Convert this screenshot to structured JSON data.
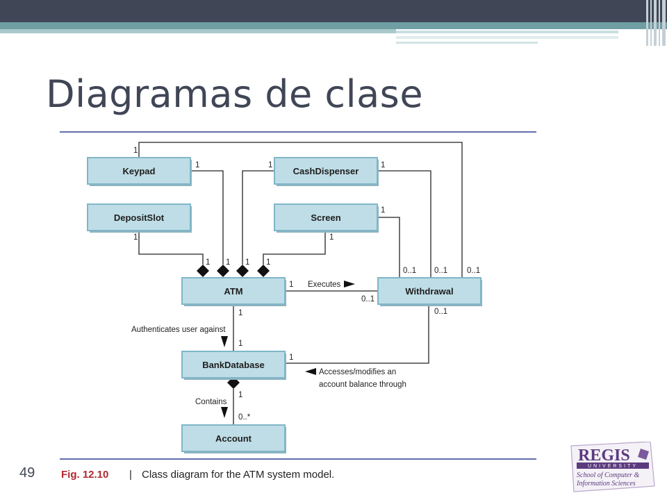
{
  "slide": {
    "title": "Diagramas de clase",
    "page_number": "49"
  },
  "figure": {
    "fig_label": "Fig. 12.10",
    "separator": "|",
    "caption": "Class diagram for the ATM system model."
  },
  "classes": {
    "keypad": "Keypad",
    "cashdispenser": "CashDispenser",
    "depositslot": "DepositSlot",
    "screen": "Screen",
    "atm": "ATM",
    "withdrawal": "Withdrawal",
    "bankdatabase": "BankDatabase",
    "account": "Account"
  },
  "associations": {
    "executes": "Executes",
    "authenticates": "Authenticates user against",
    "accesses_line1": "Accesses/modifies an",
    "accesses_line2": "account balance through",
    "contains": "Contains"
  },
  "multiplicities": {
    "one": "1",
    "zero_one": "0..1",
    "zero_many": "0..*"
  },
  "logo": {
    "name": "REGIS",
    "subtitle": "UNIVERSITY",
    "line1": "School of Computer &",
    "line2": "Information Sciences"
  },
  "colors": {
    "theme_dark": "#404656",
    "theme_teal": "#6f9ea3",
    "class_fill": "#bfdde6",
    "fig_label": "#b0282f"
  }
}
